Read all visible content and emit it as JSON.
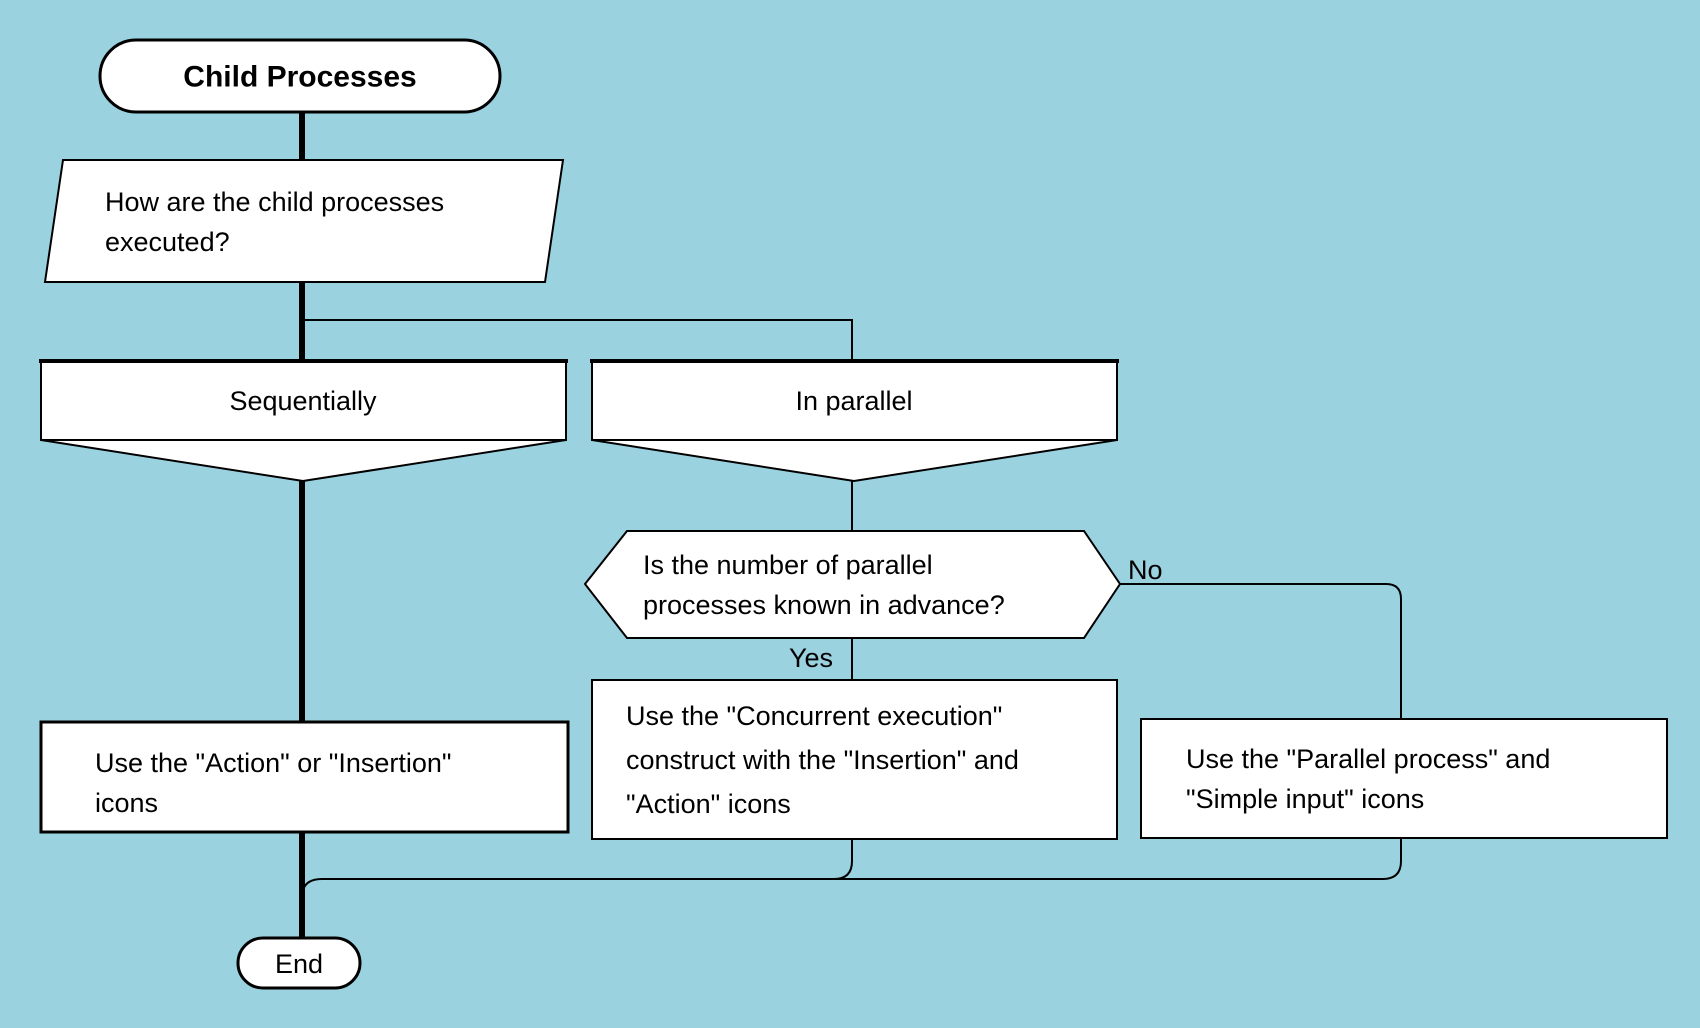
{
  "colors": {
    "background": "#9ad2e0",
    "shape_fill": "#ffffff",
    "line_color": "#000000"
  },
  "labels": {
    "yes": "Yes",
    "no": "No"
  },
  "nodes": {
    "start": {
      "label": "Child Processes"
    },
    "input": {
      "lines": [
        "How are the child processes",
        "executed?"
      ]
    },
    "branch_sequential": {
      "label": "Sequentially"
    },
    "branch_parallel": {
      "label": "In parallel"
    },
    "question": {
      "lines": [
        "Is the number of parallel",
        "processes known in advance?"
      ]
    },
    "action_sequential": {
      "lines": [
        "Use the \"Action\" or \"Insertion\"",
        "icons"
      ]
    },
    "action_concurrent": {
      "lines": [
        "Use the \"Concurrent execution\"",
        "construct with the \"Insertion\" and",
        "\"Action\" icons"
      ]
    },
    "action_parallel": {
      "lines": [
        "Use the \"Parallel process\" and",
        "\"Simple input\" icons"
      ]
    },
    "end": {
      "label": "End"
    }
  }
}
